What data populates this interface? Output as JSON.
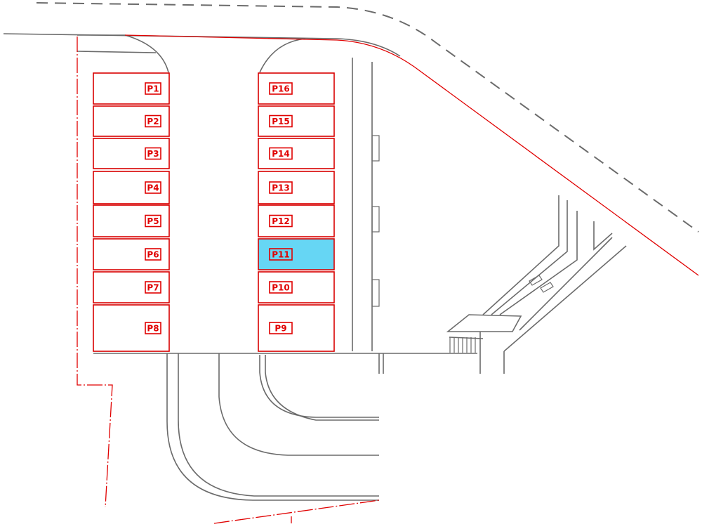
{
  "parking_lot": {
    "selected_slot": "P11",
    "colors": {
      "slot_outline": "#d80000",
      "selected_fill": "#66d6f4",
      "site_line": "#e00000",
      "road_line": "#6b6b6b"
    },
    "left_column": [
      "P1",
      "P2",
      "P3",
      "P4",
      "P5",
      "P6",
      "P7",
      "P8"
    ],
    "right_column": [
      "P16",
      "P15",
      "P14",
      "P13",
      "P12",
      "P11",
      "P10",
      "P9"
    ]
  }
}
